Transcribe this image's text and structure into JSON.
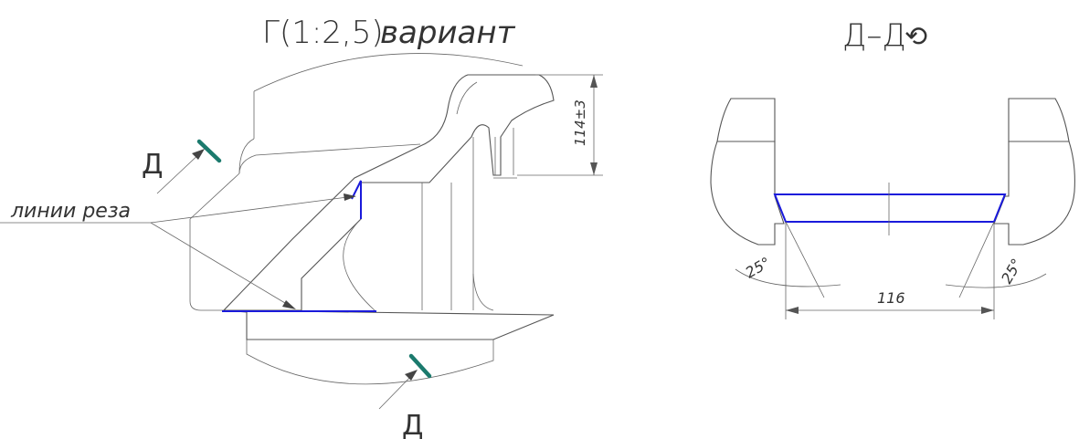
{
  "left_view": {
    "title": "Г(1:2,5)",
    "variant": "вариант",
    "section_label_top": "Д",
    "section_label_bottom": "Д",
    "cut_lines_label": "линии реза",
    "dimension_height": "114±3"
  },
  "right_view": {
    "title": "Д–Д",
    "rotation_symbol": "⟲",
    "angle_left": "25°",
    "angle_right": "25°",
    "dimension_width": "116"
  },
  "colors": {
    "cut_line": "#1a1adb",
    "section_mark": "#1b7a6d",
    "outline": "#555555"
  }
}
